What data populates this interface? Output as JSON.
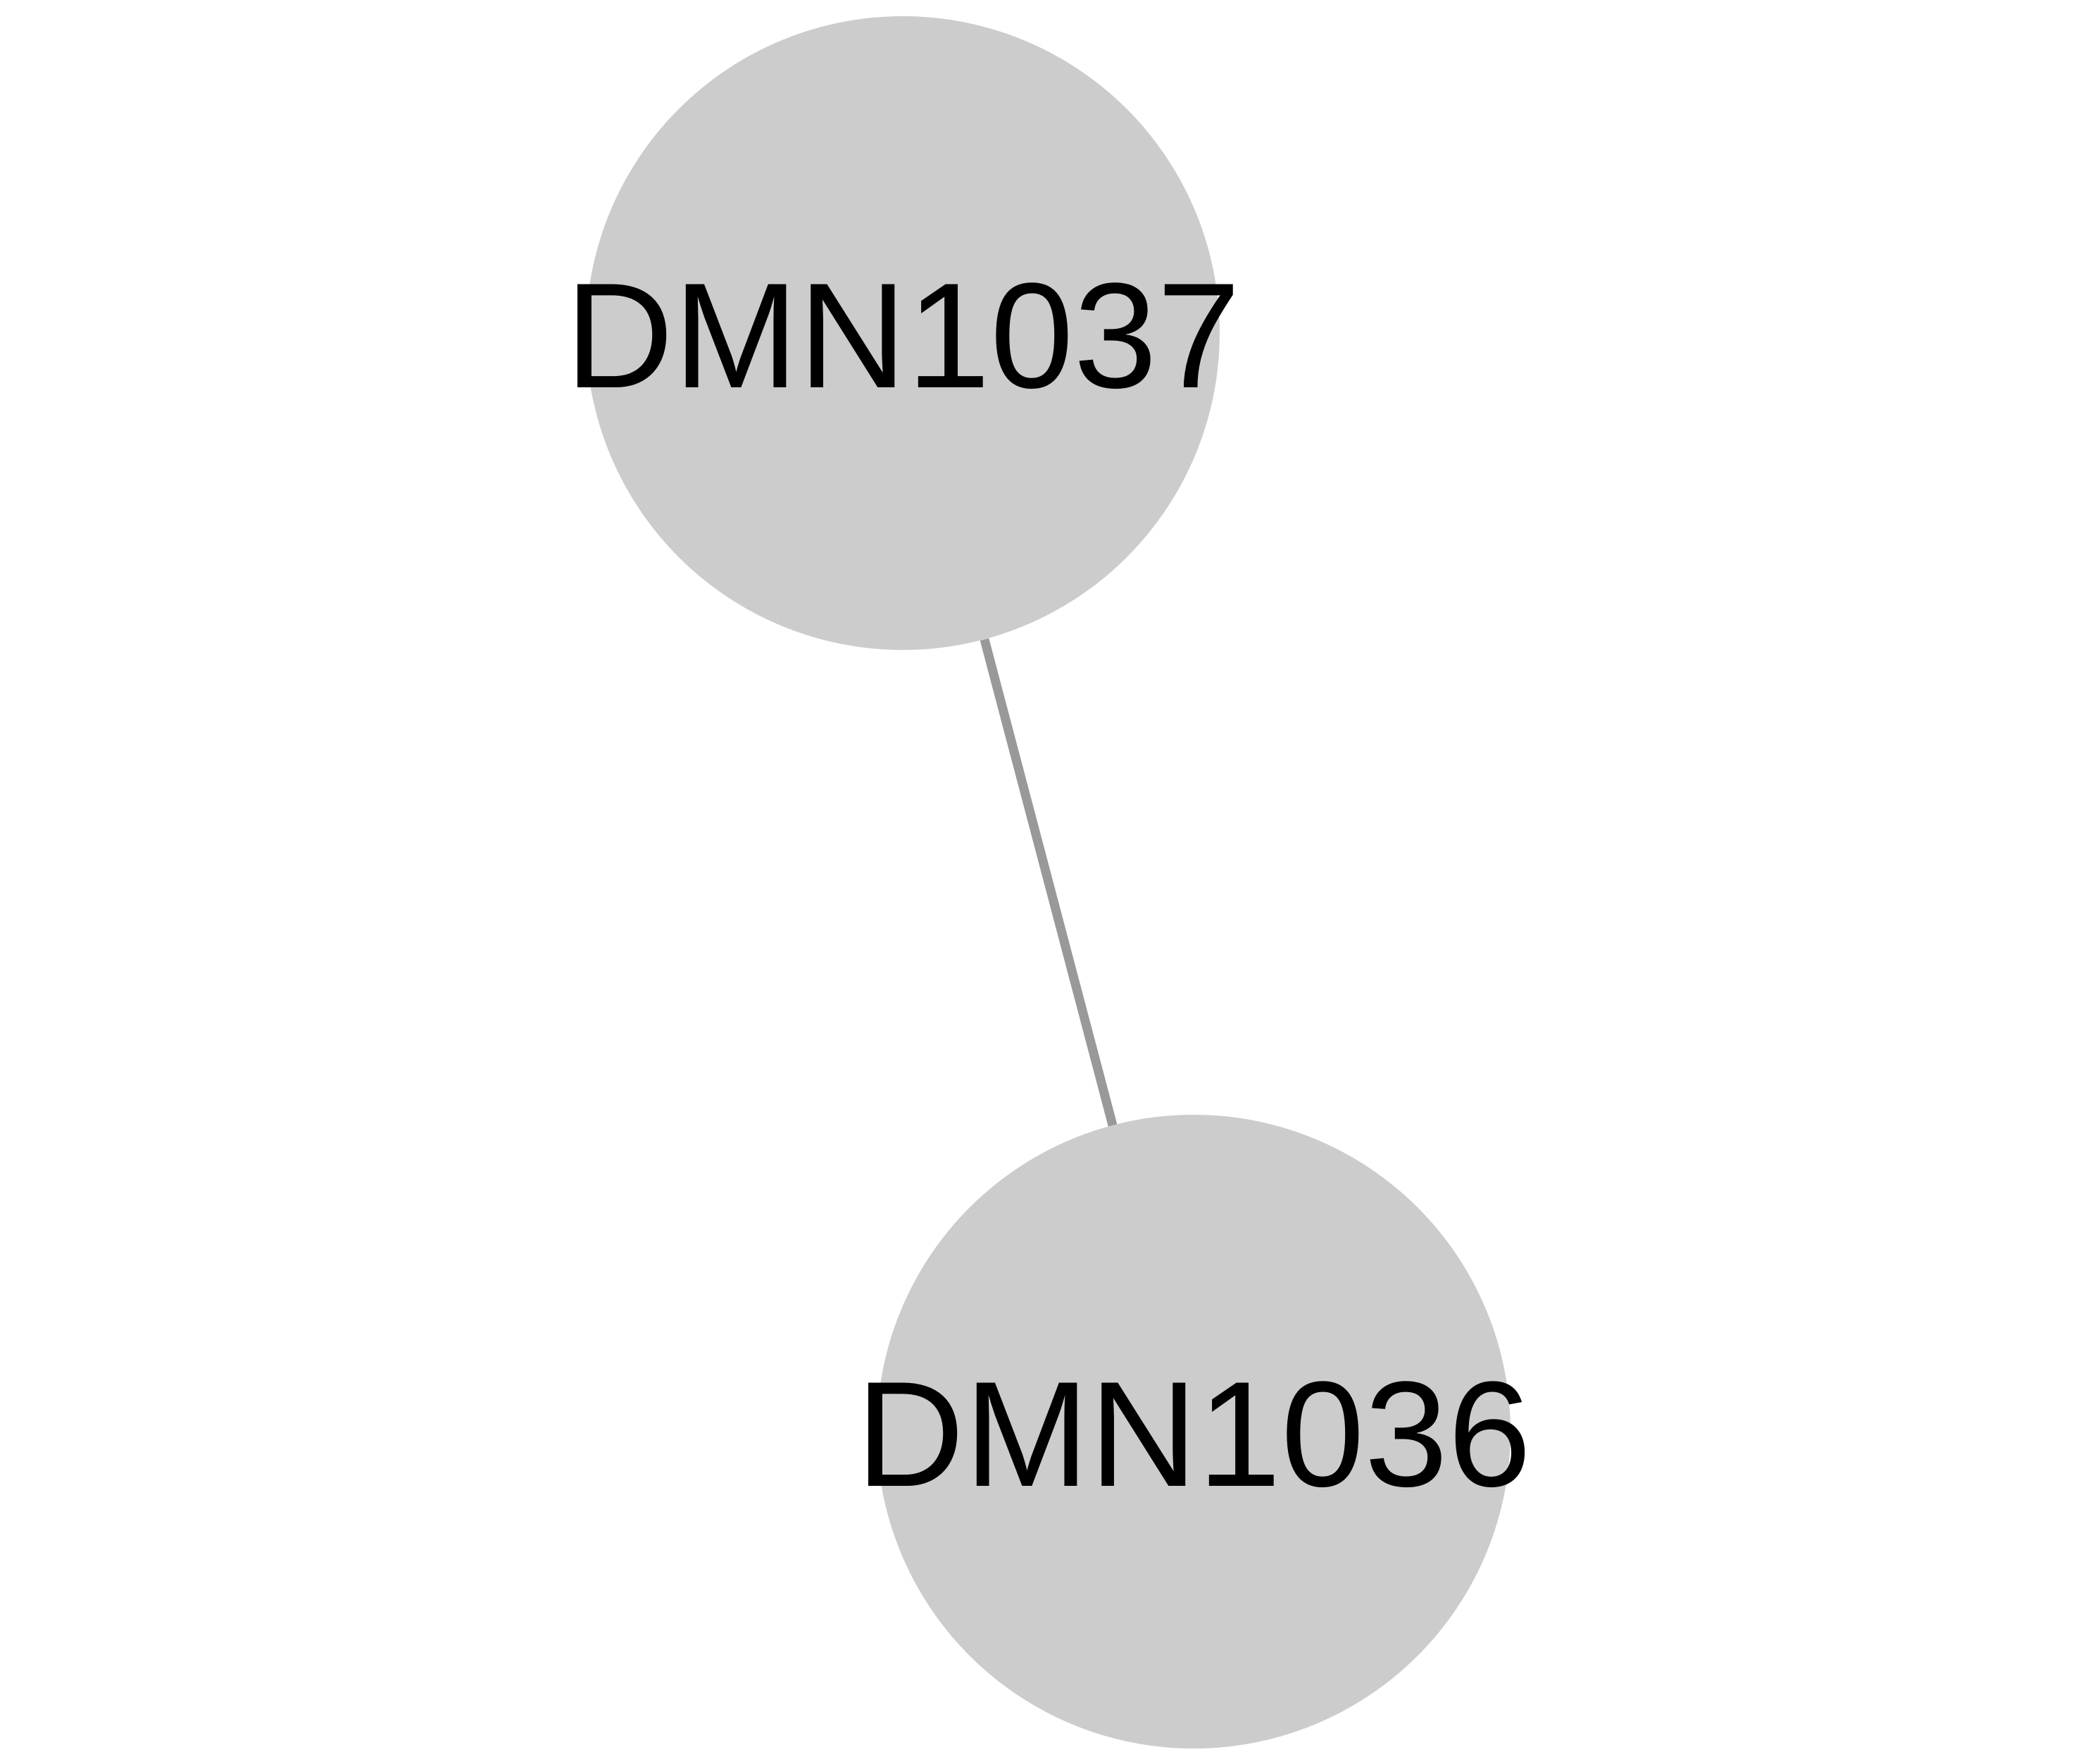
{
  "graph": {
    "nodes": [
      {
        "id": "n1",
        "label": "DMN1037"
      },
      {
        "id": "n2",
        "label": "DMN1036"
      }
    ],
    "edges": [
      {
        "source": "n1",
        "target": "n2"
      }
    ],
    "colors": {
      "background": "#ffffff",
      "node_fill": "#cccccc",
      "edge_stroke": "#999999",
      "label_text": "#000000"
    }
  }
}
